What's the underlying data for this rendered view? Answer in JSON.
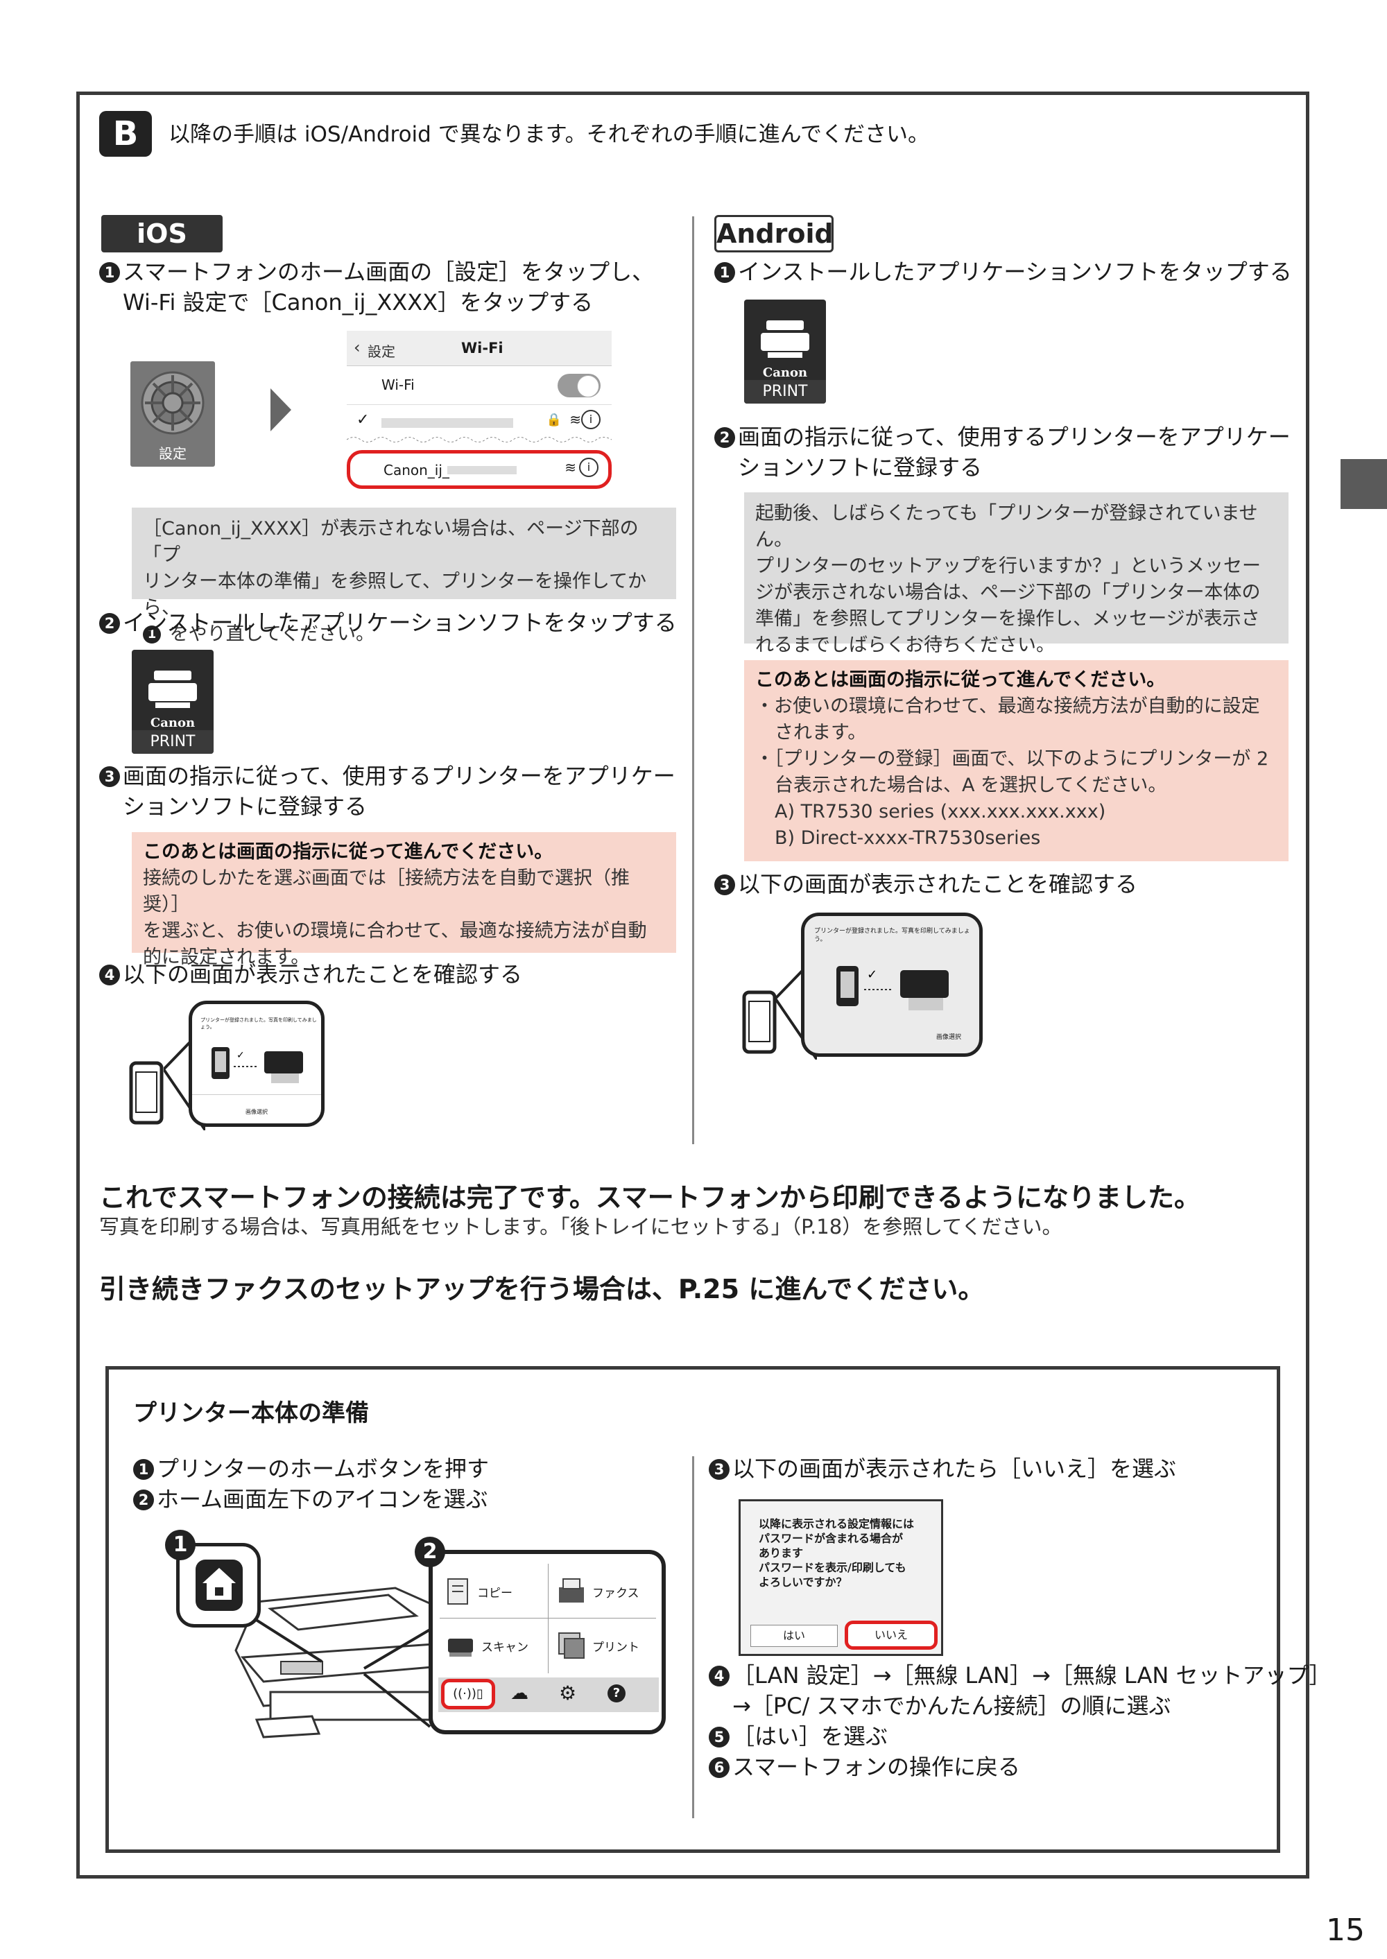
{
  "header": {
    "badge": "B",
    "text": "以降の手順は iOS/Android で異なります。それぞれの手順に進んでください。"
  },
  "page_number": "15",
  "ios": {
    "badge": "iOS",
    "step1": {
      "num": "1",
      "line1": "スマートフォンのホーム画面の［設定］をタップし、",
      "line2": "Wi-Fi 設定で［Canon_ij_XXXX］をタップする"
    },
    "settings_label": "設定",
    "wifi_screen": {
      "back": "設定",
      "title": "Wi-Fi",
      "wifi_row": "Wi-Fi",
      "canon_row": "Canon_ij_"
    },
    "note": {
      "line1": "［Canon_ij_XXXX］が表示されない場合は、ページ下部の「プ",
      "line2": "リンター本体の準備」を参照して、プリンターを操作してから、",
      "line3_num": "1",
      "line3": " をやり直してください。"
    },
    "step2": {
      "num": "2",
      "text": "インストールしたアプリケーションソフトをタップする"
    },
    "app": {
      "brand": "Canon",
      "label": "PRINT"
    },
    "step3": {
      "num": "3",
      "line1": "画面の指示に従って、使用するプリンターをアプリケー",
      "line2": "ションソフトに登録する"
    },
    "pink": {
      "title": "このあとは画面の指示に従って進んでください。",
      "line1": "接続のしかたを選ぶ画面では［接続方法を自動で選択（推奨）］",
      "line2": "を選ぶと、お使いの環境に合わせて、最適な接続方法が自動",
      "line3": "的に設定されます。"
    },
    "step4": {
      "num": "4",
      "text": "以下の画面が表示されたことを確認する"
    },
    "screen": {
      "msg": "プリンターが登録されました。写真を印刷してみましょう。",
      "button": "画像選択"
    }
  },
  "android": {
    "badge": "Android",
    "step1": {
      "num": "1",
      "text": "インストールしたアプリケーションソフトをタップする"
    },
    "app": {
      "brand": "Canon",
      "label": "PRINT"
    },
    "step2": {
      "num": "2",
      "line1": "画面の指示に従って、使用するプリンターをアプリケー",
      "line2": "ションソフトに登録する"
    },
    "note": {
      "line1": "起動後、しばらくたっても「プリンターが登録されていません。",
      "line2": "プリンターのセットアップを行いますか？」というメッセー",
      "line3": "ジが表示されない場合は、ページ下部の「プリンター本体の",
      "line4": "準備」を参照してプリンターを操作し、メッセージが表示さ",
      "line5": "れるまでしばらくお待ちください。"
    },
    "pink": {
      "title": "このあとは画面の指示に従って進んでください。",
      "b1a": "・お使いの環境に合わせて、最適な接続方法が自動的に設定",
      "b1b": "されます。",
      "b2a": "・［プリンターの登録］画面で、以下のようにプリンターが 2",
      "b2b": "台表示された場合は、A を選択してください。",
      "a": "A) TR7530 series (xxx.xxx.xxx.xxx)",
      "b": "B) Direct-xxxx-TR7530series"
    },
    "step3": {
      "num": "3",
      "text": "以下の画面が表示されたことを確認する"
    },
    "screen": {
      "msg": "プリンターが登録されました。写真を印刷してみましょう。",
      "button": "画像選択"
    }
  },
  "done": {
    "title": "これでスマートフォンの接続は完了です。スマートフォンから印刷できるようになりました。",
    "sub": "写真を印刷する場合は、写真用紙をセットします。「後トレイにセットする」（P.18）を参照してください。",
    "fax": "引き続きファクスのセットアップを行う場合は、P.25 に進んでください。"
  },
  "prep": {
    "title": "プリンター本体の準備",
    "s1": {
      "num": "1",
      "text": "プリンターのホームボタンを押す"
    },
    "s2": {
      "num": "2",
      "text": "ホーム画面左下のアイコンを選ぶ"
    },
    "callout1": "1",
    "callout2": "2",
    "menu": {
      "copy": "コピー",
      "fax": "ファクス",
      "scan": "スキャン",
      "print": "プリント"
    },
    "s3": {
      "num": "3",
      "text": "以下の画面が表示されたら［いいえ］を選ぶ"
    },
    "dialog": {
      "l1": "以降に表示される設定情報には",
      "l2": "パスワードが含まれる場合が",
      "l3": "あります",
      "l4": "パスワードを表示/印刷しても",
      "l5": "よろしいですか？",
      "yes": "はい",
      "no": "いいえ"
    },
    "s4": {
      "num": "4",
      "line1": "［LAN 設定］→［無線 LAN］→［無線 LAN セットアップ］",
      "line2": "→［PC/ スマホでかんたん接続］の順に選ぶ"
    },
    "s5": {
      "num": "5",
      "text": "［はい］を選ぶ"
    },
    "s6": {
      "num": "6",
      "text": "スマートフォンの操作に戻る"
    }
  }
}
